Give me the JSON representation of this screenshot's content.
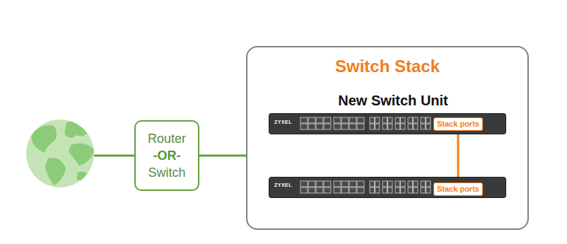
{
  "diagram": {
    "nodes": [
      {
        "text": [
          "Router",
          "-OR-",
          "Switch"
        ]
      },
      {
        "text": [
          "Switch Stack"
        ]
      },
      {
        "text": [
          "New Switch Unit",
          "ZYXEL"
        ],
        "in": 1
      },
      {
        "text": [
          "Stack ports"
        ],
        "in": 2
      },
      {
        "text": [
          "ZYXEL"
        ],
        "in": 1
      },
      {
        "text": [
          "Stack ports"
        ],
        "in": 4
      }
    ],
    "edges": [
      {
        "from": 0,
        "to": 1,
        "arrow": "none"
      },
      {
        "from": 3,
        "to": 5,
        "arrow": "none"
      }
    ]
  }
}
